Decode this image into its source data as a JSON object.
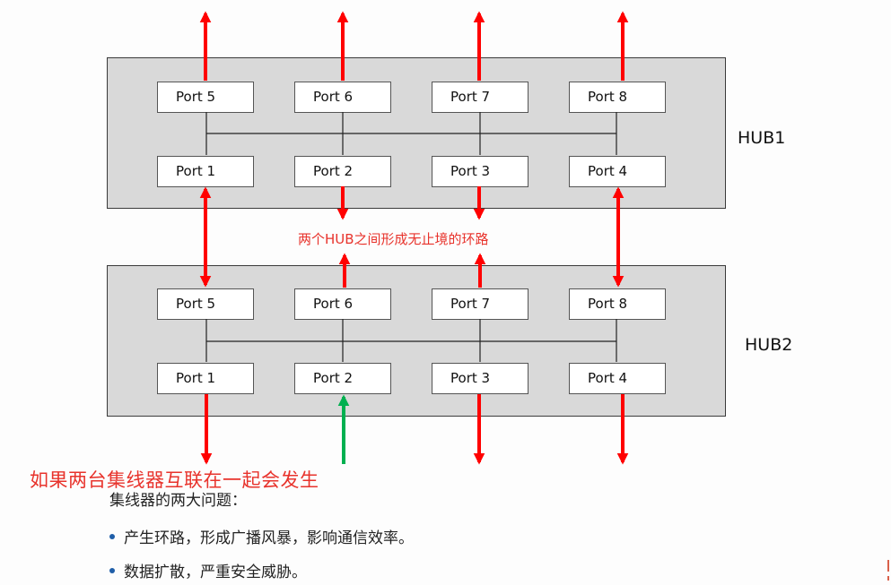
{
  "hubs": [
    {
      "label": "HUB1",
      "ports_top": [
        "Port 5",
        "Port 6",
        "Port 7",
        "Port 8"
      ],
      "ports_bottom": [
        "Port 1",
        "Port 2",
        "Port 3",
        "Port 4"
      ]
    },
    {
      "label": "HUB2",
      "ports_top": [
        "Port 5",
        "Port 6",
        "Port 7",
        "Port 8"
      ],
      "ports_bottom": [
        "Port 1",
        "Port 2",
        "Port 3",
        "Port 4"
      ]
    }
  ],
  "annotations": {
    "loop_note": "两个HUB之间形成无止境的环路",
    "warning": "如果两台集线器互联在一起会发生"
  },
  "problems": {
    "title": "集线器的两大问题：",
    "items": [
      "产生环路，形成广播风暴，影响通信效率。",
      "数据扩散，严重安全威胁。"
    ]
  },
  "colors": {
    "arrow_red": "#ff0000",
    "arrow_green": "#00b050",
    "annotation_red": "#e8332c",
    "hub_fill": "#d9d9d9",
    "bullet_blue": "#1f5ea8"
  }
}
